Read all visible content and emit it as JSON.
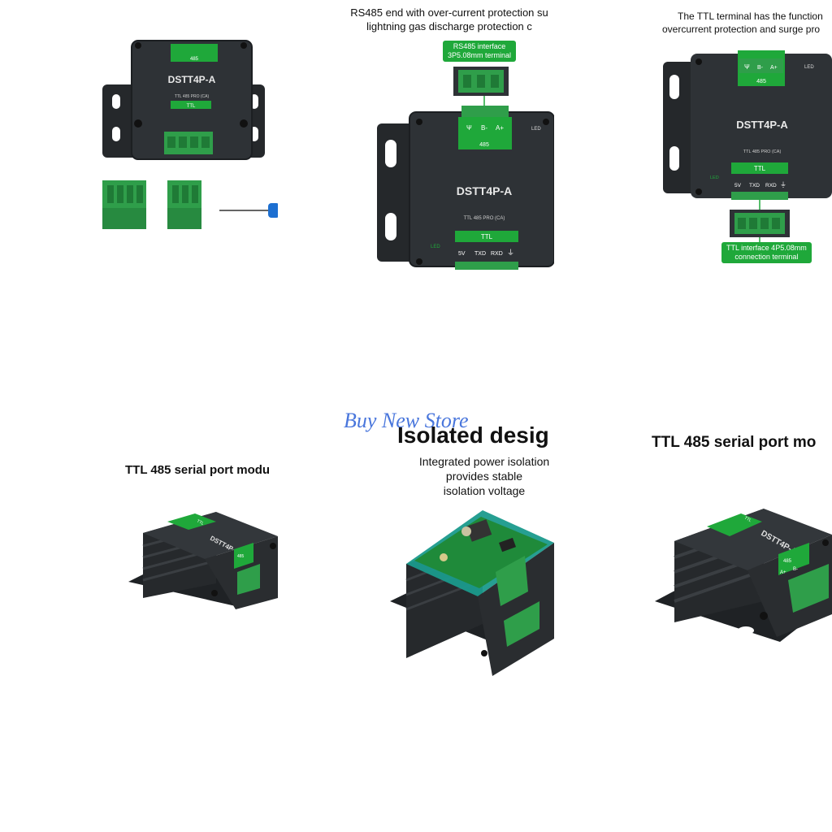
{
  "module": {
    "model": "DSTT4P-A",
    "subtitle": "TTL 485 PRO (CA)",
    "ttl_label": "TTL",
    "rs485_label": "485",
    "led_label": "LED",
    "ttl_pins": [
      "5V",
      "TXD",
      "RXD"
    ],
    "rs485_pins": [
      "A+",
      "B-"
    ]
  },
  "panel2": {
    "caption_line1": "RS485 end with over-current protection su",
    "caption_line2": "lightning gas discharge protection c",
    "interface_label_line1": "RS485 interface",
    "interface_label_line2": "3P5.08mm terminal"
  },
  "panel3": {
    "caption_line1": "The TTL terminal has the function",
    "caption_line2": "overcurrent protection and surge pro",
    "interface_label_line1": "TTL interface 4P5.08mm",
    "interface_label_line2": "connection terminal"
  },
  "panel4": {
    "caption": "TTL 485 serial port modu"
  },
  "panel5": {
    "watermark": "Buy New Store",
    "title": "Isolated desig",
    "body_line1": "Integrated power isolation",
    "body_line2": "provides stable",
    "body_line3": "isolation voltage"
  },
  "panel6": {
    "caption": "TTL 485 serial port mo"
  },
  "colors": {
    "housing": "#2e3236",
    "housing_edge": "#1c1f22",
    "label_green": "#1fa83a",
    "terminal_green": "#2f9e4a",
    "pcb_teal": "#1a9a8c"
  },
  "icons": [
    "antenna-icon",
    "ground-icon",
    "led-icon",
    "screwdriver-icon"
  ]
}
